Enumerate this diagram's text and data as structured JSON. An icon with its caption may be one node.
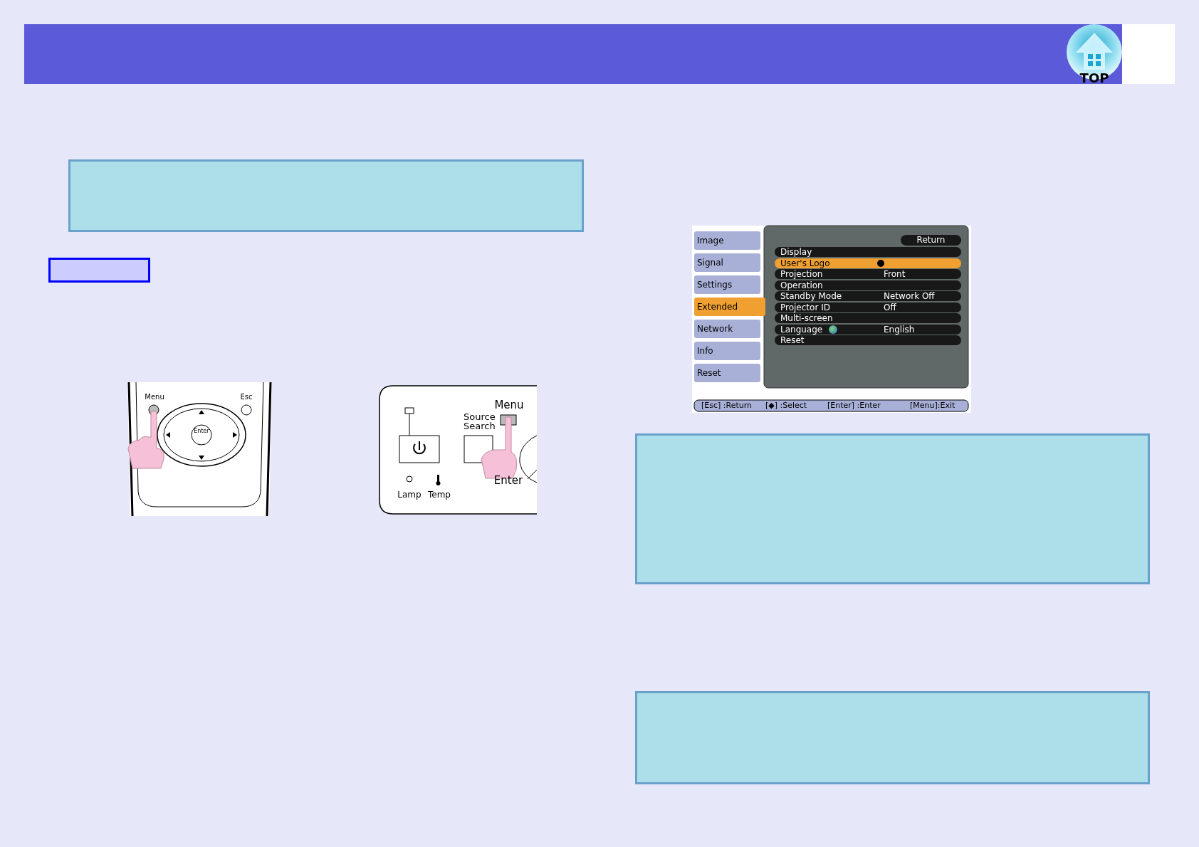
{
  "diagram": {
    "nodes": [
      {
        "text": [],
        "shape": "box"
      },
      {
        "text": [],
        "shape": "box"
      },
      {
        "text": [],
        "shape": "box"
      },
      {
        "text": [],
        "shape": "box"
      }
    ],
    "labels": [
      "TOP",
      "Menu",
      "Esc",
      "Enter",
      "Menu",
      "Source Search",
      "Lamp",
      "Temp",
      "Enter",
      "Image",
      "Signal",
      "Settings",
      "Extended",
      "Network",
      "Info",
      "Reset",
      "Return",
      "Display",
      "User's Logo",
      "Projection",
      "Front",
      "Operation",
      "Standby Mode",
      "Network Off",
      "Projector ID",
      "Off",
      "Multi-screen",
      "Language",
      "English",
      "Reset",
      "[Esc] :Return",
      "[◆] :Select",
      "[Enter] :Enter",
      "[Menu]:Exit"
    ]
  }
}
